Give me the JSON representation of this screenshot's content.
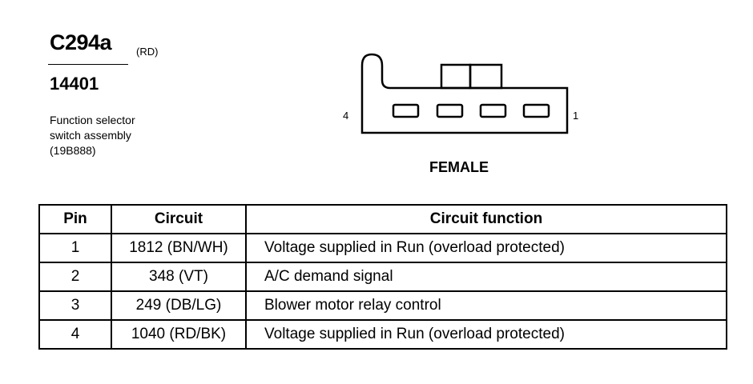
{
  "header": {
    "connector_id": "C294a",
    "connector_color": "(RD)",
    "part_number": "14401",
    "description_lines": [
      "Function selector",
      "switch assembly",
      "(19B888)"
    ]
  },
  "diagram": {
    "pin_label_left": "4",
    "pin_label_right": "1",
    "gender": "FEMALE"
  },
  "table": {
    "headers": [
      "Pin",
      "Circuit",
      "Circuit function"
    ],
    "rows": [
      {
        "pin": "1",
        "circuit": "1812 (BN/WH)",
        "function": "Voltage supplied in Run (overload protected)"
      },
      {
        "pin": "2",
        "circuit": "348 (VT)",
        "function": "A/C demand signal"
      },
      {
        "pin": "3",
        "circuit": "249 (DB/LG)",
        "function": "Blower motor relay control"
      },
      {
        "pin": "4",
        "circuit": "1040 (RD/BK)",
        "function": "Voltage supplied in Run (overload protected)"
      }
    ]
  }
}
